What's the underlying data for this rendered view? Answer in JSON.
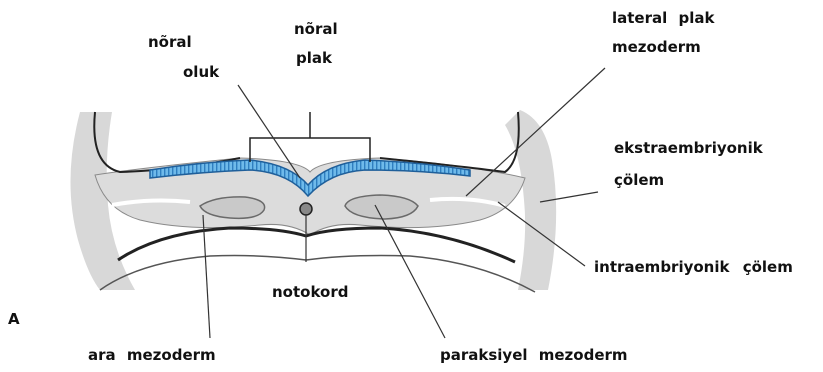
{
  "figure_letter": "A",
  "labels": {
    "noral_oluk_1": "nõral",
    "noral_oluk_2": "oluk",
    "noral_plak_1": "nõral",
    "noral_plak_2": "plak",
    "lateral_plak_1": "lateral plak",
    "lateral_plak_2": "mezoderm",
    "ekstra_1": "ekstraembriyonik",
    "ekstra_2": "çölem",
    "intra": "intraembriyonik çölem",
    "notokord": "notokord",
    "ara_mezoderm": "ara mezoderm",
    "paraksiyel": "paraksiyel mezoderm"
  },
  "colors": {
    "neural_plate": "#5aaee6",
    "tissue_gray": "#d6d6d6",
    "outline": "#2a2a2a"
  }
}
